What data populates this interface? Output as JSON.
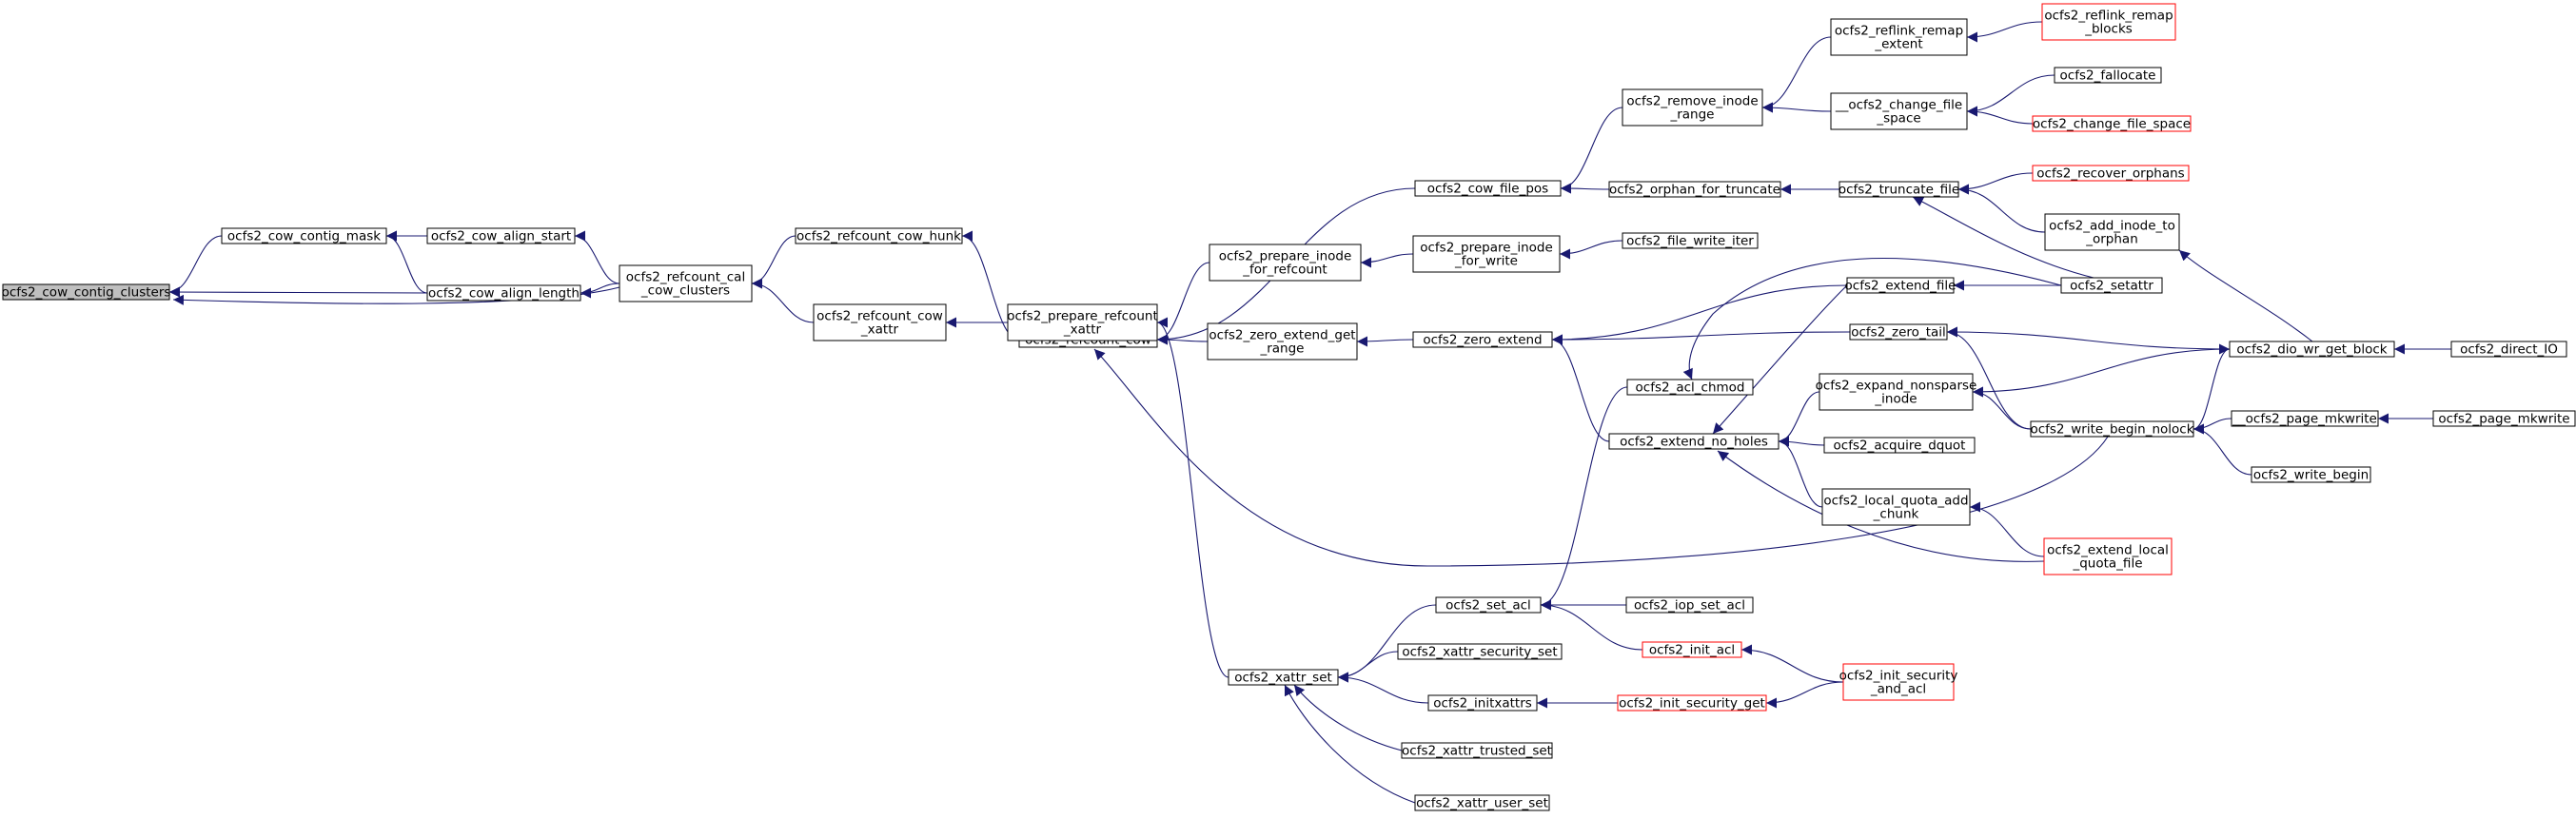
{
  "graph": {
    "title": "",
    "colors": {
      "edge": "#191970",
      "node_border": "#000000",
      "truncated_border": "#ff0000",
      "root_fill": "#bfbfbf",
      "background": "#ffffff"
    },
    "nodes": [
      {
        "id": "cow_contig_clusters",
        "lines": [
          "ocfs2_cow_contig_clusters"
        ],
        "style": "root"
      },
      {
        "id": "cow_contig_mask",
        "lines": [
          "ocfs2_cow_contig_mask"
        ]
      },
      {
        "id": "cow_align_start",
        "lines": [
          "ocfs2_cow_align_start"
        ]
      },
      {
        "id": "cow_align_length",
        "lines": [
          "ocfs2_cow_align_length"
        ]
      },
      {
        "id": "refcount_cal_cow_clusters",
        "lines": [
          "ocfs2_refcount_cal",
          "_cow_clusters"
        ]
      },
      {
        "id": "refcount_cow_hunk",
        "lines": [
          "ocfs2_refcount_cow_hunk"
        ]
      },
      {
        "id": "refcount_cow_xattr",
        "lines": [
          "ocfs2_refcount_cow",
          "_xattr"
        ]
      },
      {
        "id": "refcount_cow",
        "lines": [
          "ocfs2_refcount_cow"
        ]
      },
      {
        "id": "prepare_refcount_xattr",
        "lines": [
          "ocfs2_prepare_refcount",
          "_xattr"
        ]
      },
      {
        "id": "cow_file_pos",
        "lines": [
          "ocfs2_cow_file_pos"
        ]
      },
      {
        "id": "prepare_inode_for_refcount",
        "lines": [
          "ocfs2_prepare_inode",
          "_for_refcount"
        ]
      },
      {
        "id": "zero_extend_get_range",
        "lines": [
          "ocfs2_zero_extend_get",
          "_range"
        ]
      },
      {
        "id": "xattr_set",
        "lines": [
          "ocfs2_xattr_set"
        ]
      },
      {
        "id": "remove_inode_range",
        "lines": [
          "ocfs2_remove_inode",
          "_range"
        ]
      },
      {
        "id": "orphan_for_truncate",
        "lines": [
          "ocfs2_orphan_for_truncate"
        ]
      },
      {
        "id": "prepare_inode_for_write",
        "lines": [
          "ocfs2_prepare_inode",
          "_for_write"
        ]
      },
      {
        "id": "zero_extend",
        "lines": [
          "ocfs2_zero_extend"
        ]
      },
      {
        "id": "set_acl",
        "lines": [
          "ocfs2_set_acl"
        ]
      },
      {
        "id": "xattr_security_set",
        "lines": [
          "ocfs2_xattr_security_set"
        ]
      },
      {
        "id": "initxattrs",
        "lines": [
          "ocfs2_initxattrs"
        ]
      },
      {
        "id": "xattr_trusted_set",
        "lines": [
          "ocfs2_xattr_trusted_set"
        ]
      },
      {
        "id": "xattr_user_set",
        "lines": [
          "ocfs2_xattr_user_set"
        ]
      },
      {
        "id": "file_write_iter",
        "lines": [
          "ocfs2_file_write_iter"
        ]
      },
      {
        "id": "acl_chmod",
        "lines": [
          "ocfs2_acl_chmod"
        ]
      },
      {
        "id": "extend_no_holes",
        "lines": [
          "ocfs2_extend_no_holes"
        ]
      },
      {
        "id": "iop_set_acl",
        "lines": [
          "ocfs2_iop_set_acl"
        ]
      },
      {
        "id": "init_acl",
        "lines": [
          "ocfs2_init_acl"
        ],
        "style": "red"
      },
      {
        "id": "init_security_get",
        "lines": [
          "ocfs2_init_security_get"
        ],
        "style": "red"
      },
      {
        "id": "reflink_remap_extent",
        "lines": [
          "ocfs2_reflink_remap",
          "_extent"
        ]
      },
      {
        "id": "change_file_space_int",
        "lines": [
          "__ocfs2_change_file",
          "_space"
        ]
      },
      {
        "id": "truncate_file",
        "lines": [
          "ocfs2_truncate_file"
        ]
      },
      {
        "id": "extend_file",
        "lines": [
          "ocfs2_extend_file"
        ]
      },
      {
        "id": "zero_tail",
        "lines": [
          "ocfs2_zero_tail"
        ]
      },
      {
        "id": "expand_nonsparse_inode",
        "lines": [
          "ocfs2_expand_nonsparse",
          "_inode"
        ]
      },
      {
        "id": "acquire_dquot",
        "lines": [
          "ocfs2_acquire_dquot"
        ]
      },
      {
        "id": "local_quota_add_chunk",
        "lines": [
          "ocfs2_local_quota_add",
          "_chunk"
        ]
      },
      {
        "id": "init_security_and_acl",
        "lines": [
          "ocfs2_init_security",
          "_and_acl"
        ],
        "style": "red"
      },
      {
        "id": "reflink_remap_blocks",
        "lines": [
          "ocfs2_reflink_remap",
          "_blocks"
        ],
        "style": "red"
      },
      {
        "id": "fallocate",
        "lines": [
          "ocfs2_fallocate"
        ]
      },
      {
        "id": "change_file_space",
        "lines": [
          "ocfs2_change_file_space"
        ],
        "style": "red"
      },
      {
        "id": "recover_orphans",
        "lines": [
          "ocfs2_recover_orphans"
        ],
        "style": "red"
      },
      {
        "id": "add_inode_to_orphan",
        "lines": [
          "ocfs2_add_inode_to",
          "_orphan"
        ]
      },
      {
        "id": "setattr",
        "lines": [
          "ocfs2_setattr"
        ]
      },
      {
        "id": "write_begin_nolock",
        "lines": [
          "ocfs2_write_begin_nolock"
        ]
      },
      {
        "id": "extend_local_quota_file",
        "lines": [
          "ocfs2_extend_local",
          "_quota_file"
        ],
        "style": "red"
      },
      {
        "id": "dio_wr_get_block",
        "lines": [
          "ocfs2_dio_wr_get_block"
        ]
      },
      {
        "id": "direct_IO",
        "lines": [
          "ocfs2_direct_IO"
        ]
      },
      {
        "id": "page_mkwrite_int",
        "lines": [
          "__ocfs2_page_mkwrite"
        ]
      },
      {
        "id": "page_mkwrite",
        "lines": [
          "ocfs2_page_mkwrite"
        ]
      },
      {
        "id": "write_begin",
        "lines": [
          "ocfs2_write_begin"
        ]
      }
    ],
    "edges": [
      [
        "cow_contig_mask",
        "cow_contig_clusters"
      ],
      [
        "cow_align_length",
        "cow_contig_clusters"
      ],
      [
        "refcount_cal_cow_clusters",
        "cow_contig_clusters"
      ],
      [
        "cow_align_start",
        "cow_contig_mask"
      ],
      [
        "cow_align_length",
        "cow_contig_mask"
      ],
      [
        "refcount_cal_cow_clusters",
        "cow_align_start"
      ],
      [
        "refcount_cal_cow_clusters",
        "cow_align_length"
      ],
      [
        "refcount_cow_hunk",
        "refcount_cal_cow_clusters"
      ],
      [
        "refcount_cow_xattr",
        "refcount_cal_cow_clusters"
      ],
      [
        "refcount_cow",
        "refcount_cow_hunk"
      ],
      [
        "prepare_refcount_xattr",
        "refcount_cow_xattr"
      ],
      [
        "cow_file_pos",
        "refcount_cow"
      ],
      [
        "prepare_inode_for_refcount",
        "refcount_cow"
      ],
      [
        "zero_extend_get_range",
        "refcount_cow"
      ],
      [
        "write_begin_nolock",
        "refcount_cow"
      ],
      [
        "xattr_set",
        "prepare_refcount_xattr"
      ],
      [
        "remove_inode_range",
        "cow_file_pos"
      ],
      [
        "orphan_for_truncate",
        "cow_file_pos"
      ],
      [
        "prepare_inode_for_write",
        "prepare_inode_for_refcount"
      ],
      [
        "zero_extend",
        "zero_extend_get_range"
      ],
      [
        "set_acl",
        "xattr_set"
      ],
      [
        "xattr_security_set",
        "xattr_set"
      ],
      [
        "initxattrs",
        "xattr_set"
      ],
      [
        "xattr_trusted_set",
        "xattr_set"
      ],
      [
        "xattr_user_set",
        "xattr_set"
      ],
      [
        "reflink_remap_extent",
        "remove_inode_range"
      ],
      [
        "change_file_space_int",
        "remove_inode_range"
      ],
      [
        "truncate_file",
        "orphan_for_truncate"
      ],
      [
        "file_write_iter",
        "prepare_inode_for_write"
      ],
      [
        "extend_file",
        "zero_extend"
      ],
      [
        "zero_tail",
        "zero_extend"
      ],
      [
        "extend_no_holes",
        "zero_extend"
      ],
      [
        "acl_chmod",
        "set_acl"
      ],
      [
        "iop_set_acl",
        "set_acl"
      ],
      [
        "init_acl",
        "set_acl"
      ],
      [
        "init_security_get",
        "initxattrs"
      ],
      [
        "setattr",
        "acl_chmod"
      ],
      [
        "extend_file",
        "extend_no_holes"
      ],
      [
        "expand_nonsparse_inode",
        "extend_no_holes"
      ],
      [
        "acquire_dquot",
        "extend_no_holes"
      ],
      [
        "local_quota_add_chunk",
        "extend_no_holes"
      ],
      [
        "extend_local_quota_file",
        "extend_no_holes"
      ],
      [
        "init_security_and_acl",
        "init_acl"
      ],
      [
        "init_security_and_acl",
        "init_security_get"
      ],
      [
        "reflink_remap_blocks",
        "reflink_remap_extent"
      ],
      [
        "fallocate",
        "change_file_space_int"
      ],
      [
        "change_file_space",
        "change_file_space_int"
      ],
      [
        "recover_orphans",
        "truncate_file"
      ],
      [
        "add_inode_to_orphan",
        "truncate_file"
      ],
      [
        "setattr",
        "truncate_file"
      ],
      [
        "setattr",
        "extend_file"
      ],
      [
        "dio_wr_get_block",
        "zero_tail"
      ],
      [
        "write_begin_nolock",
        "zero_tail"
      ],
      [
        "dio_wr_get_block",
        "expand_nonsparse_inode"
      ],
      [
        "write_begin_nolock",
        "expand_nonsparse_inode"
      ],
      [
        "extend_local_quota_file",
        "local_quota_add_chunk"
      ],
      [
        "dio_wr_get_block",
        "add_inode_to_orphan"
      ],
      [
        "write_begin_nolock",
        "dio_wr_get_block"
      ],
      [
        "direct_IO",
        "dio_wr_get_block"
      ],
      [
        "page_mkwrite_int",
        "write_begin_nolock"
      ],
      [
        "write_begin",
        "write_begin_nolock"
      ],
      [
        "page_mkwrite",
        "page_mkwrite_int"
      ]
    ]
  }
}
